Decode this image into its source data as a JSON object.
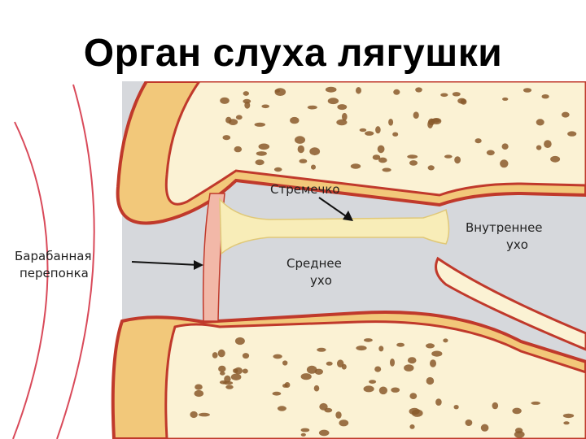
{
  "slide": {
    "title": "Орган слуха лягушки"
  },
  "diagram": {
    "labels": {
      "eardrum_line1": "Барабанная",
      "eardrum_line2": "перепонка",
      "stapes": "Стремечко",
      "middle_ear_line1": "Среднее",
      "middle_ear_line2": "ухо",
      "inner_ear_line1": "Внутреннее",
      "inner_ear_line2": "ухо"
    },
    "colors": {
      "skin_outline": "#c0392b",
      "skin_fill": "#f2c87a",
      "bone": "#fbf2d4",
      "bone_spot": "#8a5a2b",
      "cavity": "#d6d8dc",
      "membrane": "#f2b8a8",
      "stapes": "#f8edb8",
      "sound_wave": "#d94a5a"
    }
  }
}
